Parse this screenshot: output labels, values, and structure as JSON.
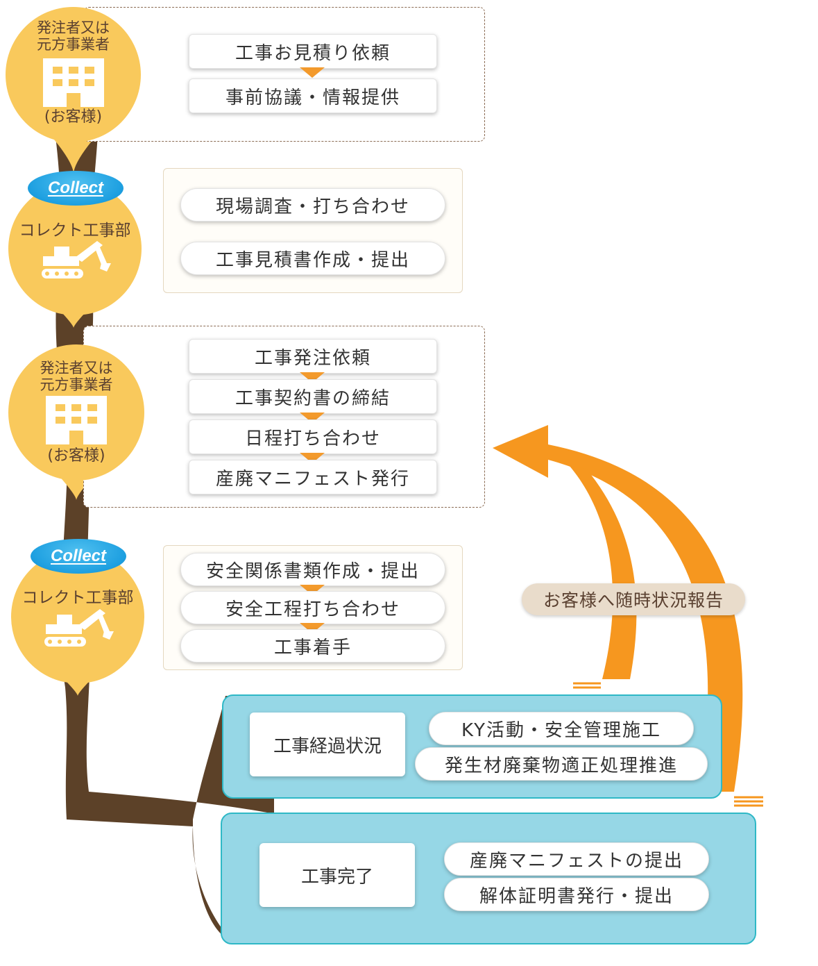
{
  "colors": {
    "trunk": "#5c4128",
    "circle": "#f9c95c",
    "connector": "#f39a2c",
    "panel": "#96d7e6",
    "panel_border": "#2eb8c6",
    "report_pill": "#e9dccb",
    "collect_badge": "#1d9fe0"
  },
  "stages": [
    {
      "actor": {
        "name_lines": [
          "発注者又は",
          "元方事業者"
        ],
        "sub": "(お客様)",
        "icon": "building-icon"
      },
      "steps": [
        "工事お見積り依頼",
        "事前協議・情報提供"
      ]
    },
    {
      "actor": {
        "badge": "Collect",
        "name": "コレクト工事部",
        "icon": "excavator-icon"
      },
      "steps": [
        "現場調査・打ち合わせ",
        "工事見積書作成・提出"
      ]
    },
    {
      "actor": {
        "name_lines": [
          "発注者又は",
          "元方事業者"
        ],
        "sub": "(お客様)",
        "icon": "building-icon"
      },
      "steps": [
        "工事発注依頼",
        "工事契約書の締結",
        "日程打ち合わせ",
        "産廃マニフェスト発行"
      ]
    },
    {
      "actor": {
        "badge": "Collect",
        "name": "コレクト工事部",
        "icon": "excavator-icon"
      },
      "steps": [
        "安全関係書類作成・提出",
        "安全工程打ち合わせ",
        "工事着手"
      ]
    }
  ],
  "progress": {
    "label": "工事経過状況",
    "items": [
      "KY活動・安全管理施工",
      "発生材廃棄物適正処理推進"
    ]
  },
  "completion": {
    "label": "工事完了",
    "items": [
      "産廃マニフェストの提出",
      "解体証明書発行・提出"
    ]
  },
  "report_label": "お客様へ随時状況報告"
}
